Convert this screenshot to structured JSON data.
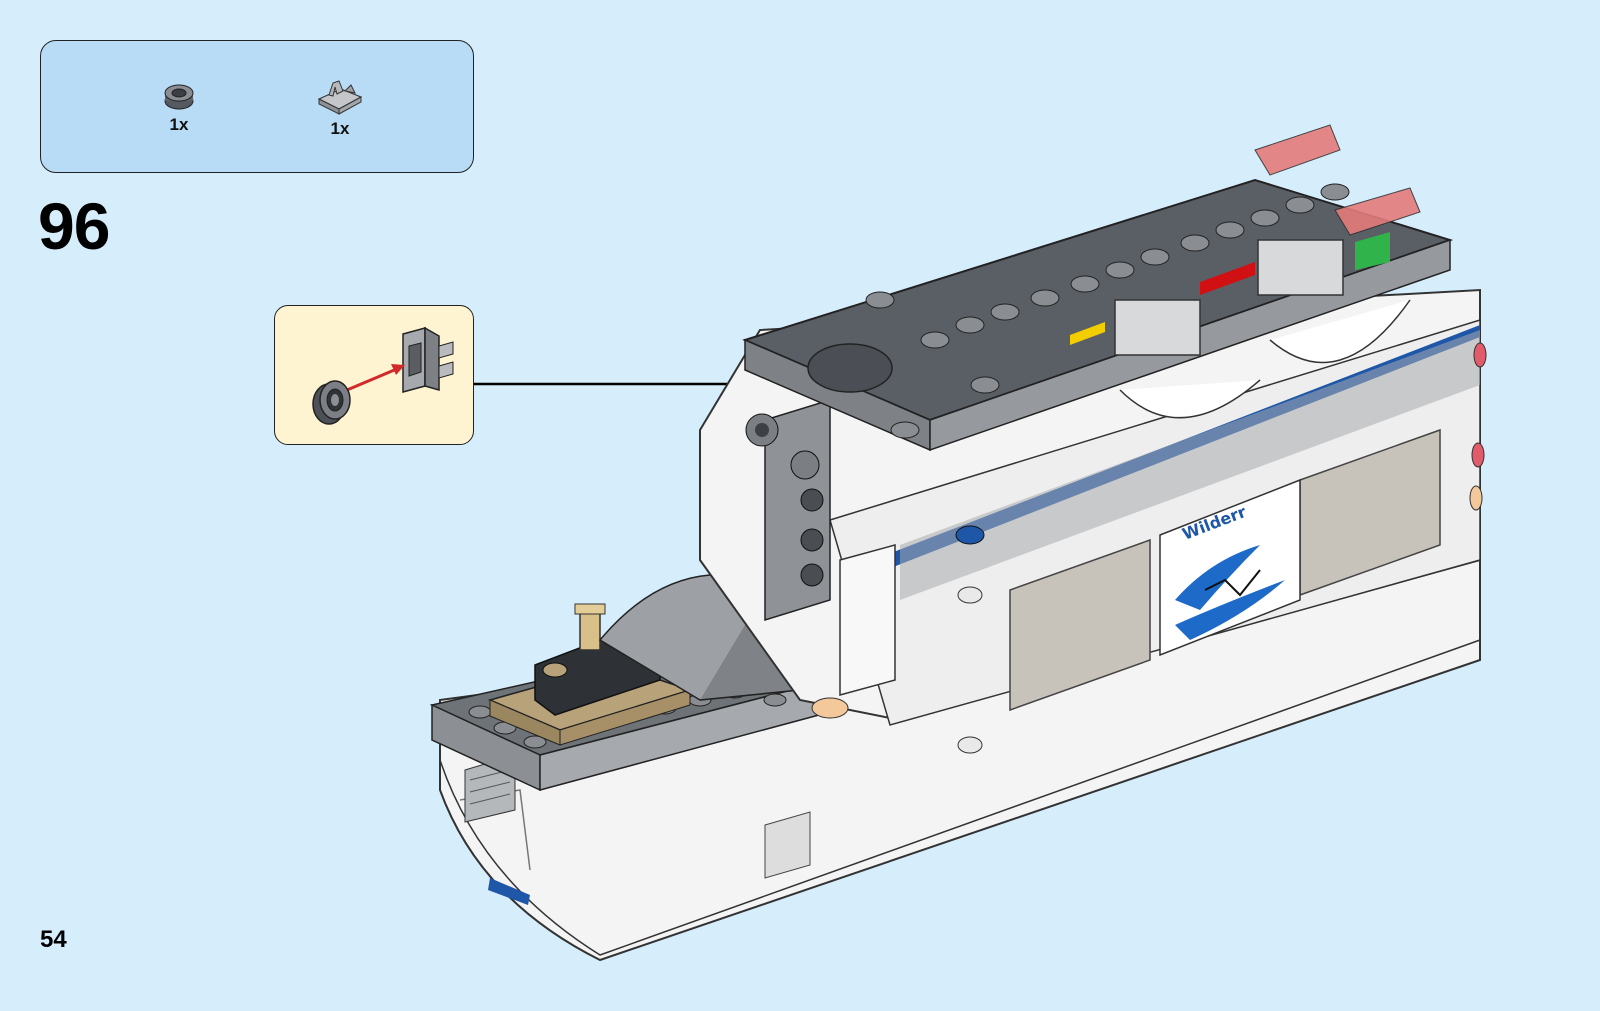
{
  "parts": [
    {
      "name": "round-bearing-element",
      "qty": "1x"
    },
    {
      "name": "bracket-clip-plate",
      "qty": "1x"
    }
  ],
  "step_number": "96",
  "page_number": "54",
  "decal_text": "Wilderr",
  "colors": {
    "background": "#d6edfb",
    "parts_box": "#b8dcf6",
    "callout_box": "#fff4d2",
    "accent_blue": "#1e56a8",
    "brick_dark": "#555a60",
    "brick_light": "#a6a9ad",
    "brick_white": "#f4f4f4",
    "brick_tan": "#b8a27a",
    "arrow_red": "#d22a2a"
  }
}
